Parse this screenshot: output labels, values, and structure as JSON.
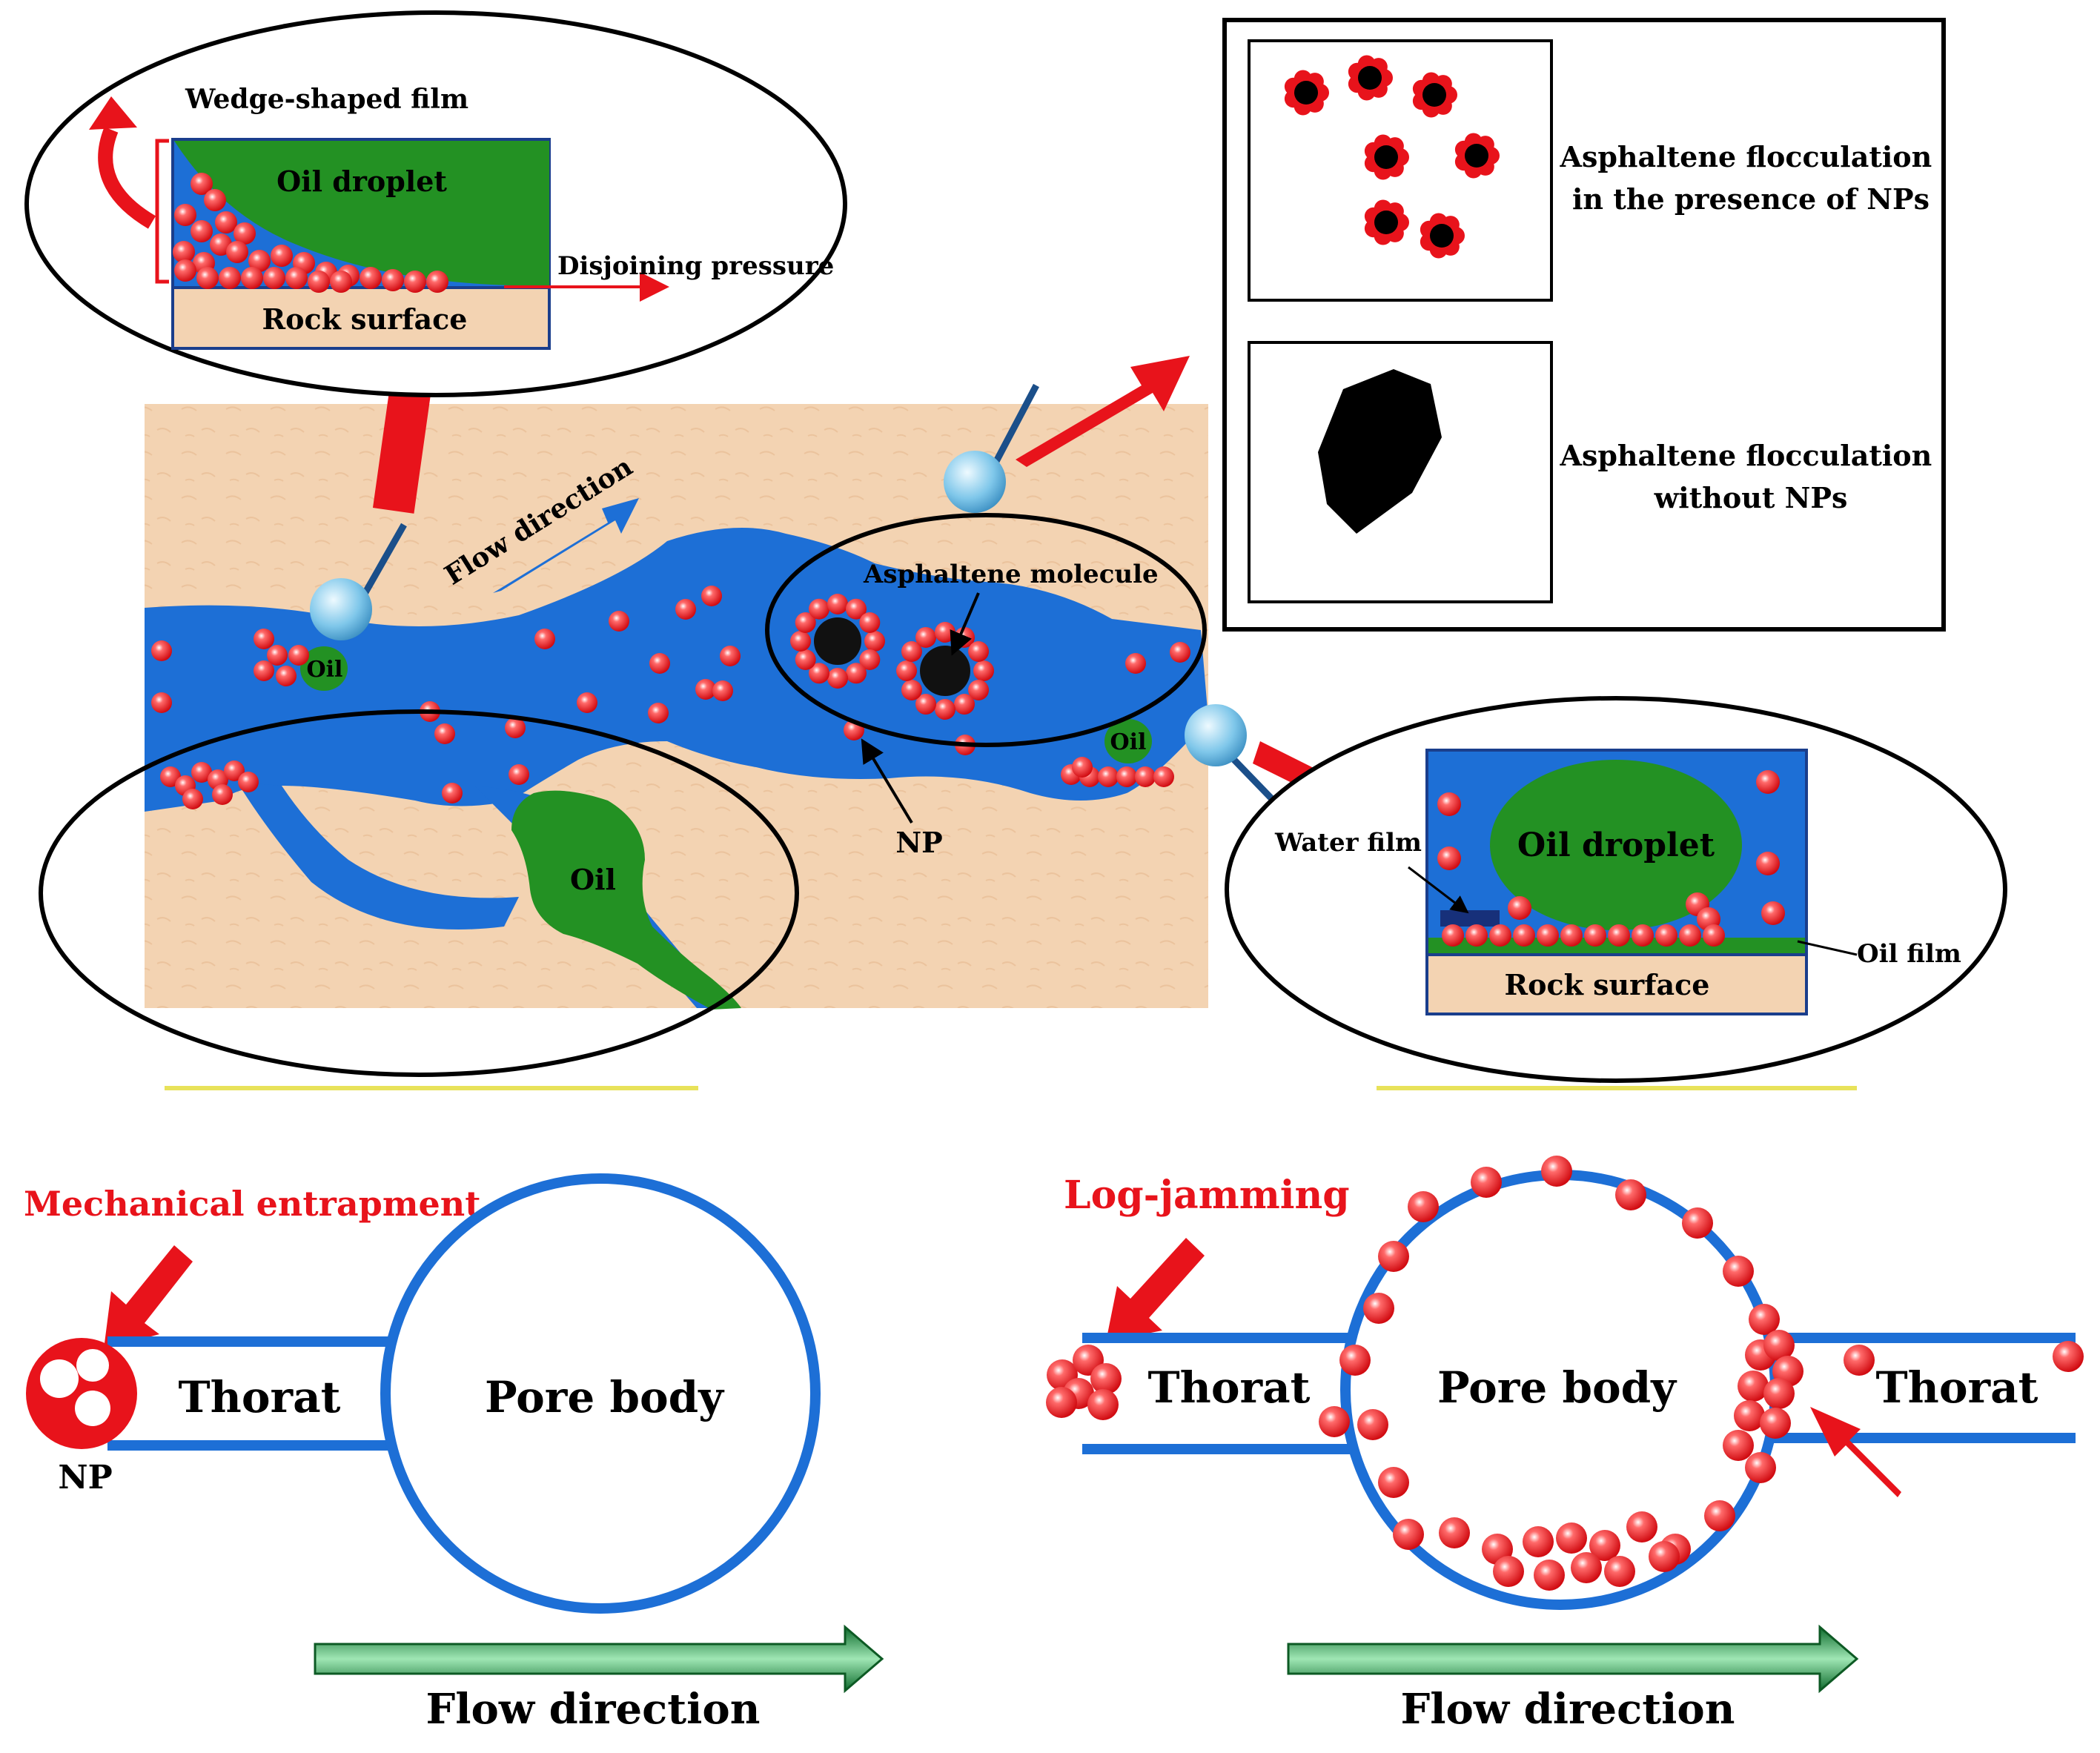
{
  "labels": {
    "wedge_film": "Wedge-shaped film",
    "oil_droplet_wedge": "Oil droplet",
    "disjoining_pressure": "Disjoining pressure",
    "rock_surface_wedge": "Rock surface",
    "flow_direction_channel": "Flow direction",
    "asphaltene_molecule": "Asphaltene molecule",
    "oil_channel_1": "Oil",
    "oil_channel_2": "Oil",
    "oil_large": "Oil",
    "np_channel": "NP",
    "water_film": "Water film",
    "oil_droplet_film": "Oil droplet",
    "oil_film": "Oil film",
    "rock_surface_film": "Rock surface",
    "floc_with_nps": "Asphaltene flocculation in the presence of NPs",
    "floc_without_nps": "Asphaltene flocculation without NPs",
    "mechanical_entrapment": "Mechanical entrapment",
    "np_entrapment": "NP",
    "throat_left": "Thorat",
    "pore_body_left": "Pore body",
    "flow_direction_left": "Flow direction",
    "log_jamming": "Log-jamming",
    "throat_right_a": "Thorat",
    "pore_body_right": "Pore body",
    "throat_right_b": "Thorat",
    "flow_direction_right": "Flow direction"
  },
  "colors": {
    "water": "#1d6fd6",
    "oil": "#239123",
    "rock": "#f3d3b2",
    "particle": "#e8131b",
    "arrow": "#e8131b",
    "flow_arrow": "#1a7a3a",
    "highlight_line": "#e8e25a"
  }
}
